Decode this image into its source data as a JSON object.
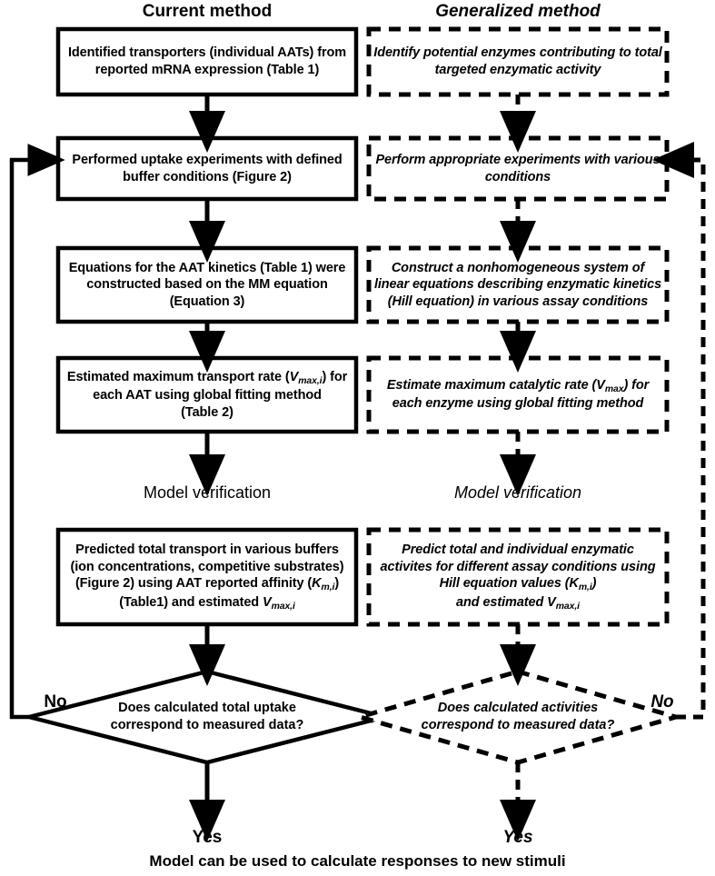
{
  "columns": {
    "left": {
      "title": "Current method"
    },
    "right": {
      "title": "Generalized method"
    }
  },
  "left_flow": {
    "box1_line1": "Identified transporters (individual AATs) from",
    "box1_line2": "reported mRNA expression (Table 1)",
    "box2_line1": "Performed uptake experiments with defined",
    "box2_line2": "buffer conditions (Figure 2)",
    "box3_line1": "Equations for the AAT kinetics (Table 1) were",
    "box3_line2": "constructed based on the MM equation",
    "box3_line3": "(Equation 3)",
    "box4_line1_a": "Estimated maximum transport rate (",
    "box4_line1_var": "V",
    "box4_line1_sub": "max,i",
    "box4_line1_b": ") for",
    "box4_line2": "each AAT using global fitting method",
    "box4_line3": "(Table 2)",
    "verification_label": "Model verification",
    "box5_line1": "Predicted  total transport in various buffers",
    "box5_line2": "(ion concentrations, competitive substrates)",
    "box5_line3_a": "(Figure 2) using AAT reported affinity (",
    "box5_line3_var": "K",
    "box5_line3_sub": "m,i",
    "box5_line3_b": ")",
    "box5_line4_a": "(Table1) and estimated ",
    "box5_line4_var": "V",
    "box5_line4_sub": "max,i",
    "diamond_line1": "Does calculated total uptake",
    "diamond_line2": "correspond to measured data?",
    "no_label": "No",
    "yes_label": "Yes"
  },
  "right_flow": {
    "box1_line1": "Identify potential enzymes contributing to total",
    "box1_line2": "targeted enzymatic activity",
    "box2_line1": "Perform appropriate experiments with various",
    "box2_line2": "conditions",
    "box3_line1": "Construct a nonhomogeneous system  of",
    "box3_line2": "linear equations describing enzymatic kinetics",
    "box3_line3": "(Hill equation) in various assay conditions",
    "box4_line1_a": "Estimate maximum catalytic rate (",
    "box4_line1_var": "V",
    "box4_line1_sub": "max",
    "box4_line1_b": ") for",
    "box4_line2": "each enzyme using global fitting method",
    "verification_label": "Model verification",
    "box5_line1": "Predict total and individual enzymatic",
    "box5_line2": "activites for different assay conditions using",
    "box5_line3_a": "Hill equation values (",
    "box5_line3_var": "K",
    "box5_line3_sub": "m,i",
    "box5_line3_b": ")",
    "box5_line4_a": "and estimated ",
    "box5_line4_var": "V",
    "box5_line4_sub": "max,i",
    "diamond_line1": "Does calculated activities",
    "diamond_line2": "correspond to measured data?",
    "no_label": "No",
    "yes_label": "Yes"
  },
  "footer": {
    "conclusion": "Model can be used to calculate responses to new stimuli"
  },
  "style": {
    "stroke_color": "#000000",
    "fill_color": "#ffffff",
    "background": "#ffffff"
  }
}
